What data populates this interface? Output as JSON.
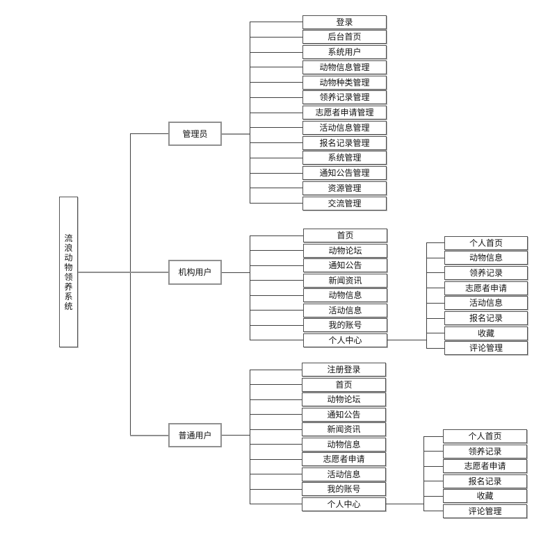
{
  "diagram_type": "system-structure-tree",
  "root": {
    "label": "流浪动物领养系统"
  },
  "branches": [
    {
      "id": "admin",
      "label": "管理员",
      "items": [
        "登录",
        "后台首页",
        "系统用户",
        "动物信息管理",
        "动物种类管理",
        "领养记录管理",
        "志愿者申请管理",
        "活动信息管理",
        "报名记录管理",
        "系统管理",
        "通知公告管理",
        "资源管理",
        "交流管理"
      ]
    },
    {
      "id": "org-user",
      "label": "机构用户",
      "items": [
        "首页",
        "动物论坛",
        "通知公告",
        "新闻资讯",
        "动物信息",
        "活动信息",
        "我的账号",
        "个人中心"
      ],
      "sub_parent": "个人中心",
      "sub_items": [
        "个人首页",
        "动物信息",
        "领养记录",
        "志愿者申请",
        "活动信息",
        "报名记录",
        "收藏",
        "评论管理"
      ]
    },
    {
      "id": "normal-user",
      "label": "普通用户",
      "items": [
        "注册登录",
        "首页",
        "动物论坛",
        "通知公告",
        "新闻资讯",
        "动物信息",
        "志愿者申请",
        "活动信息",
        "我的账号",
        "个人中心"
      ],
      "sub_parent": "个人中心",
      "sub_items": [
        "个人首页",
        "领养记录",
        "志愿者申请",
        "报名记录",
        "收藏",
        "评论管理"
      ]
    }
  ],
  "colors": {
    "background": "#ffffff",
    "line": "#3f3f3f",
    "line_thick": "#8f8f8f",
    "text": "#111111",
    "leaf_border": "#4f4f4f",
    "branch_border": "#909090"
  }
}
